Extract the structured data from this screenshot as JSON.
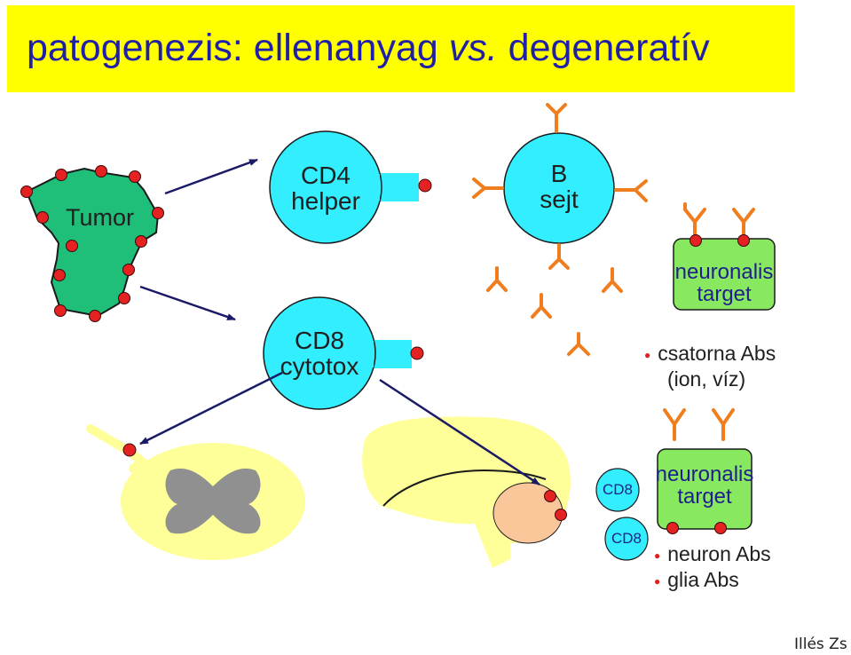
{
  "title": {
    "part1": "patogenezis: ellenanyag ",
    "vs": "vs.",
    "part2": " degeneratív"
  },
  "nodes": {
    "tumor": "Tumor",
    "cd4": {
      "line1": "CD4",
      "line2": "helper"
    },
    "cd8": {
      "line1": "CD8",
      "line2": "cytotox"
    },
    "bcell": {
      "line1": "B",
      "line2": "sejt"
    },
    "target1": {
      "line1": "neuronalis",
      "line2": "target"
    },
    "target2": {
      "line1": "neuronalis",
      "line2": "target"
    },
    "cd8_small_1": "CD8",
    "cd8_small_2": "CD8"
  },
  "bullets_channel": [
    "csatorna Abs",
    "(ion, víz)"
  ],
  "bullets_neuron": [
    "neuron Abs",
    "glia Abs"
  ],
  "author": "Illés Zs",
  "colors": {
    "title_bg": "#ffff00",
    "title_text": "#1f1fa8",
    "tumor": "#1fbf7a",
    "cell": "#33eeff",
    "target": "#88e860",
    "antibody": "#f07d1e",
    "antigen": "#e52222",
    "tissue": "#ffff99",
    "lesion": "#f9c79a",
    "arrow": "#1a1a66"
  }
}
